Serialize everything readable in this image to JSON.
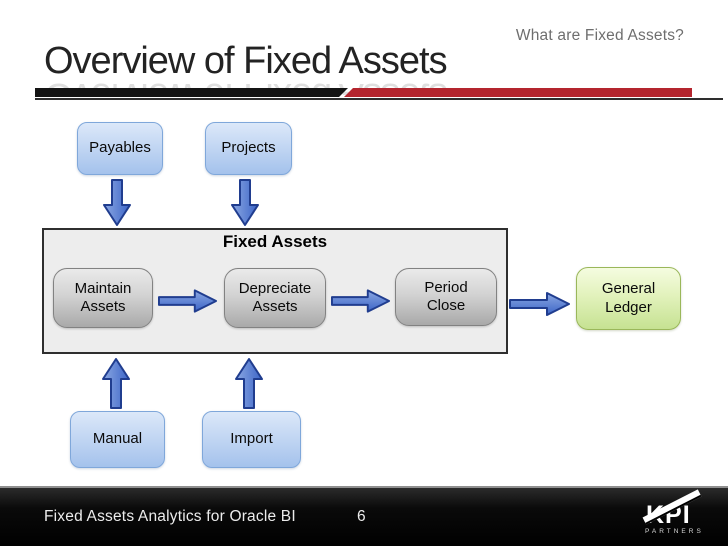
{
  "slide": {
    "kicker": "What are Fixed Assets?",
    "title": "Overview of Fixed Assets"
  },
  "diagram": {
    "container_title": "Fixed Assets",
    "inputs_top": [
      {
        "label": "Payables"
      },
      {
        "label": "Projects"
      }
    ],
    "steps": [
      {
        "label": "Maintain Assets"
      },
      {
        "label": "Depreciate Assets"
      },
      {
        "label": "Period Close"
      }
    ],
    "output": {
      "label": "General Ledger"
    },
    "inputs_bottom": [
      {
        "label": "Manual"
      },
      {
        "label": "Import"
      }
    ]
  },
  "footer": {
    "left_text": "Fixed Assets Analytics for Oracle BI",
    "page_number": "6",
    "logo": {
      "text": "KPI",
      "subtext": "PARTNERS"
    }
  },
  "colors": {
    "accent_red": "#b4252e",
    "divider_black": "#141414",
    "arrow_blue": "#4f77d2",
    "arrow_border": "#203d8f",
    "input_box_blue": "#a4c2ec",
    "process_box_gray": "#a9a9a9",
    "output_box_green": "#c6e292",
    "container_fill": "#ededed",
    "footer_bg": "#000000"
  }
}
